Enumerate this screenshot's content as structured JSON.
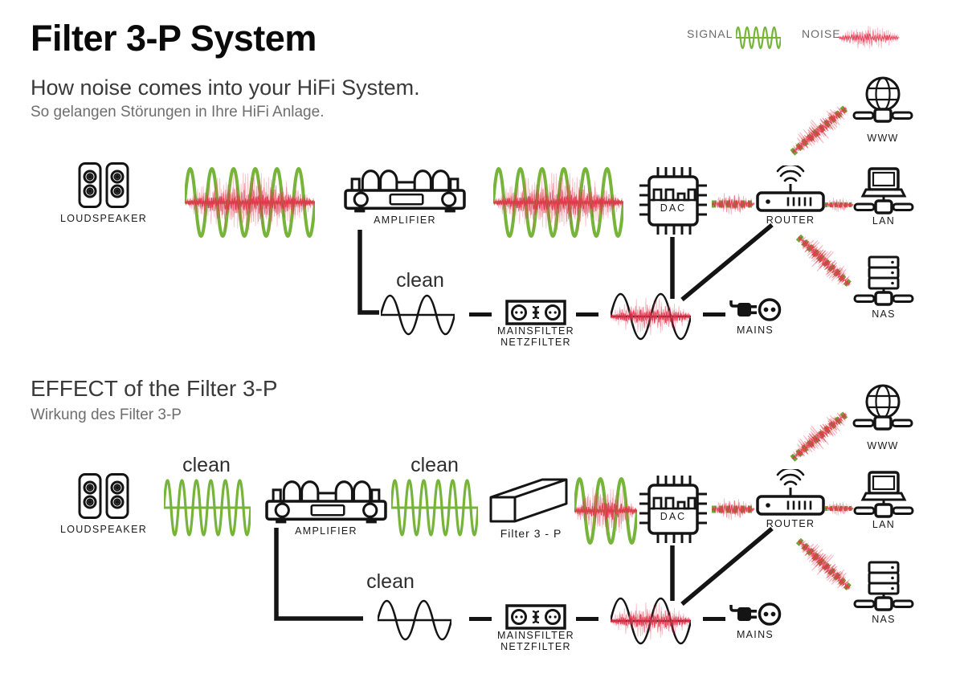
{
  "header": {
    "title": "Filter 3-P System",
    "subtitle_en": "How noise comes into your HiFi System.",
    "subtitle_de": "So gelangen Störungen in Ihre HiFi Anlage."
  },
  "legend": {
    "signal": "SIGNAL",
    "noise": "NOISE"
  },
  "section2": {
    "title": "EFFECT of the Filter 3-P",
    "subtitle_de": "Wirkung des Filter 3-P"
  },
  "labels": {
    "loudspeaker": "LOUDSPEAKER",
    "amplifier": "AMPLIFIER",
    "dac": "DAC",
    "router": "ROUTER",
    "www": "WWW",
    "lan": "LAN",
    "nas": "NAS",
    "mainsfilter_line1": "MAINSFILTER",
    "mainsfilter_line2": "NETZFILTER",
    "mains": "MAINS",
    "clean": "clean",
    "filter3p": "Filter 3 - P"
  },
  "colors": {
    "signal_green": "#76b43a",
    "noise_red": "#e2344b",
    "ink": "#141414"
  }
}
